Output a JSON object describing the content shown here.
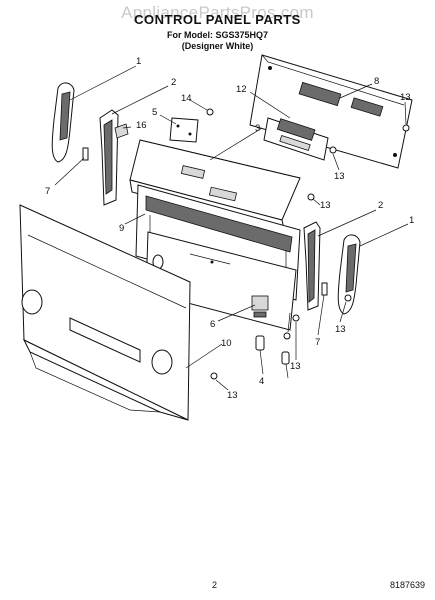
{
  "header": {
    "watermark": "AppliancePartsPros.com",
    "title": "CONTROL PANEL PARTS",
    "model_line": "For Model: SGS375HQ7",
    "variant_line": "(Designer White)"
  },
  "callouts": {
    "c1_top": "1",
    "c2_top": "2",
    "c5": "5",
    "c14": "14",
    "c16": "16",
    "c12": "12",
    "c8": "8",
    "c13_a": "13",
    "c3": "3",
    "c13_b": "13",
    "c7_left": "7",
    "c9": "9",
    "c13_c": "13",
    "c2_right": "2",
    "c1_right": "1",
    "c6": "6",
    "c7_right": "7",
    "c13_d": "13",
    "c10": "10",
    "c13_e": "13",
    "c4": "4",
    "c13_f": "13"
  },
  "footer": {
    "page_number": "2",
    "doc_number": "8187639"
  }
}
